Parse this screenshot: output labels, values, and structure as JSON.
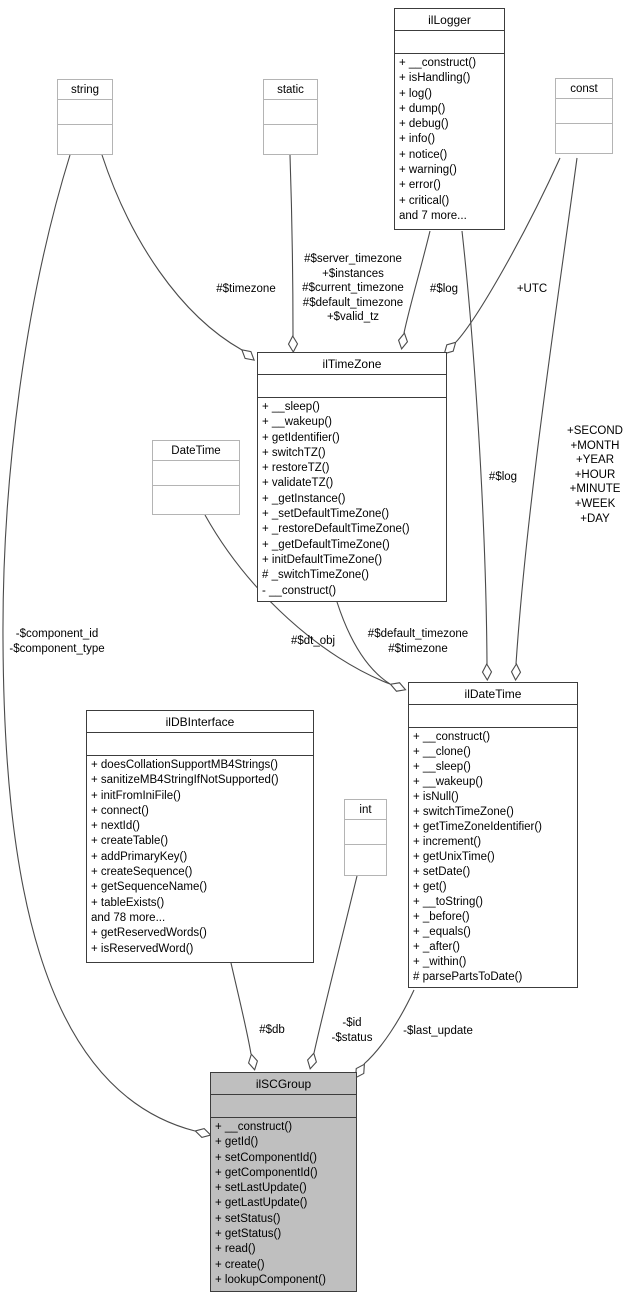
{
  "colors": {
    "node_fill": "#ffffff",
    "highlight_fill": "#bfbfbf",
    "border": "#3c3c3c",
    "type_border": "#b4b4b4",
    "edge": "#4a4a4a",
    "text": "#000000"
  },
  "classes": {
    "string": {
      "title": "string"
    },
    "static": {
      "title": "static"
    },
    "const": {
      "title": "const"
    },
    "DateTime": {
      "title": "DateTime"
    },
    "int": {
      "title": "int"
    },
    "ilLogger": {
      "title": "ilLogger",
      "methods": [
        "+ __construct()",
        "+ isHandling()",
        "+ log()",
        "+ dump()",
        "+ debug()",
        "+ info()",
        "+ notice()",
        "+ warning()",
        "+ error()",
        "+ critical()",
        "and 7 more..."
      ]
    },
    "ilTimeZone": {
      "title": "ilTimeZone",
      "methods": [
        "+ __sleep()",
        "+ __wakeup()",
        "+ getIdentifier()",
        "+ switchTZ()",
        "+ restoreTZ()",
        "+ validateTZ()",
        "+ _getInstance()",
        "+ _setDefaultTimeZone()",
        "+ _restoreDefaultTimeZone()",
        "+ _getDefaultTimeZone()",
        "+ initDefaultTimeZone()",
        "# _switchTimeZone()",
        "- __construct()"
      ]
    },
    "ilDBInterface": {
      "title": "ilDBInterface",
      "methods": [
        "+ doesCollationSupportMB4Strings()",
        "+ sanitizeMB4StringIfNotSupported()",
        "+ initFromIniFile()",
        "+ connect()",
        "+ nextId()",
        "+ createTable()",
        "+ addPrimaryKey()",
        "+ createSequence()",
        "+ getSequenceName()",
        "+ tableExists()",
        "and 78 more...",
        "+ getReservedWords()",
        "+ isReservedWord()"
      ]
    },
    "ilDateTime": {
      "title": "ilDateTime",
      "methods": [
        "+ __construct()",
        "+ __clone()",
        "+ __sleep()",
        "+ __wakeup()",
        "+ isNull()",
        "+ switchTimeZone()",
        "+ getTimeZoneIdentifier()",
        "+ increment()",
        "+ getUnixTime()",
        "+ setDate()",
        "+ get()",
        "+ __toString()",
        "+ _before()",
        "+ _equals()",
        "+ _after()",
        "+ _within()",
        "# parsePartsToDate()"
      ]
    },
    "ilSCGroup": {
      "title": "ilSCGroup",
      "methods": [
        "+ __construct()",
        "+ getId()",
        "+ setComponentId()",
        "+ getComponentId()",
        "+ setLastUpdate()",
        "+ getLastUpdate()",
        "+ setStatus()",
        "+ getStatus()",
        "+ read()",
        "+ create()",
        "+ lookupComponent()"
      ]
    }
  },
  "edge_labels": {
    "string_to_iltimezone": "#$timezone",
    "static_to_iltimezone": [
      "#$server_timezone",
      "+$instances",
      "#$current_timezone",
      "#$default_timezone",
      "+$valid_tz"
    ],
    "illogger_to_iltimezone": "#$log",
    "const_to_iltimezone": "+UTC",
    "illogger_to_ildatetime": "#$log",
    "const_to_ildatetime": [
      "+SECOND",
      "+MONTH",
      "+YEAR",
      "+HOUR",
      "+MINUTE",
      "+WEEK",
      "+DAY"
    ],
    "datetime_to_ildatetime": "#$dt_obj",
    "iltimezone_to_ildatetime": [
      "#$default_timezone",
      "#$timezone"
    ],
    "string_to_ilscgroup": [
      "-$component_id",
      "-$component_type"
    ],
    "ildbinterface_to_ilscgroup": "#$db",
    "int_to_ilscgroup": [
      "-$id",
      "-$status"
    ],
    "ildatetime_to_ilscgroup": "-$last_update"
  }
}
